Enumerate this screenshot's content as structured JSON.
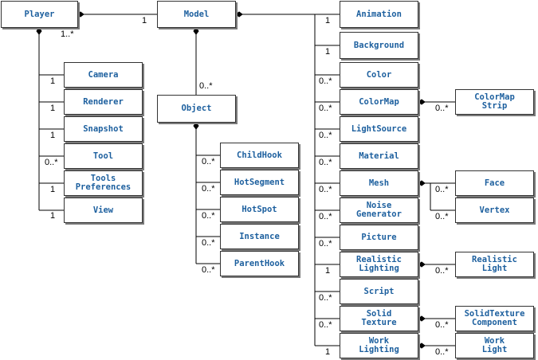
{
  "colors": {
    "label": "#1c5f9e",
    "line": "#000000",
    "border": "#333333",
    "shadow": "#7a7a7a"
  },
  "classes": {
    "player": "Player",
    "model": "Model",
    "object": "Object",
    "camera": "Camera",
    "renderer": "Renderer",
    "snapshot": "Snapshot",
    "tool": "Tool",
    "tools_preferences": "Tools\nPreferences",
    "view": "View",
    "childhook": "ChildHook",
    "hotsegment": "HotSegment",
    "hotspot": "HotSpot",
    "instance": "Instance",
    "parenthook": "ParentHook",
    "animation": "Animation",
    "background": "Background",
    "color": "Color",
    "colormap": "ColorMap",
    "colormap_strip": "ColorMap\nStrip",
    "lightsource": "LightSource",
    "material": "Material",
    "mesh": "Mesh",
    "face": "Face",
    "vertex": "Vertex",
    "noise_generator": "Noise\nGenerator",
    "picture": "Picture",
    "realistic_lighting": "Realistic\nLighting",
    "realistic_light": "Realistic\nLight",
    "script": "Script",
    "solid_texture": "Solid\nTexture",
    "solidtexture_component": "SolidTexture\nComponent",
    "work_lighting": "Work\nLighting",
    "work_light": "Work\nLight"
  },
  "multiplicities": {
    "player_model_1": "1",
    "player_many": "1..*",
    "object_many": "0..*",
    "camera": "1",
    "renderer": "1",
    "snapshot": "1",
    "tool": "0..*",
    "tools_preferences": "1",
    "view": "1",
    "childhook": "0..*",
    "hotsegment": "0..*",
    "hotspot": "0..*",
    "instance": "0..*",
    "parenthook": "0..*",
    "animation": "1",
    "background": "1",
    "color": "0..*",
    "colormap": "0..*",
    "colormap_strip": "0..*",
    "lightsource": "0..*",
    "material": "0..*",
    "mesh": "0..*",
    "face": "0..*",
    "vertex": "0..*",
    "noise_generator": "0..*",
    "picture": "0..*",
    "realistic_lighting": "1",
    "realistic_light": "0..*",
    "script": "0..*",
    "solid_texture": "0..*",
    "solidtexture_component": "0..*",
    "work_lighting": "1",
    "work_light": "0..*"
  }
}
